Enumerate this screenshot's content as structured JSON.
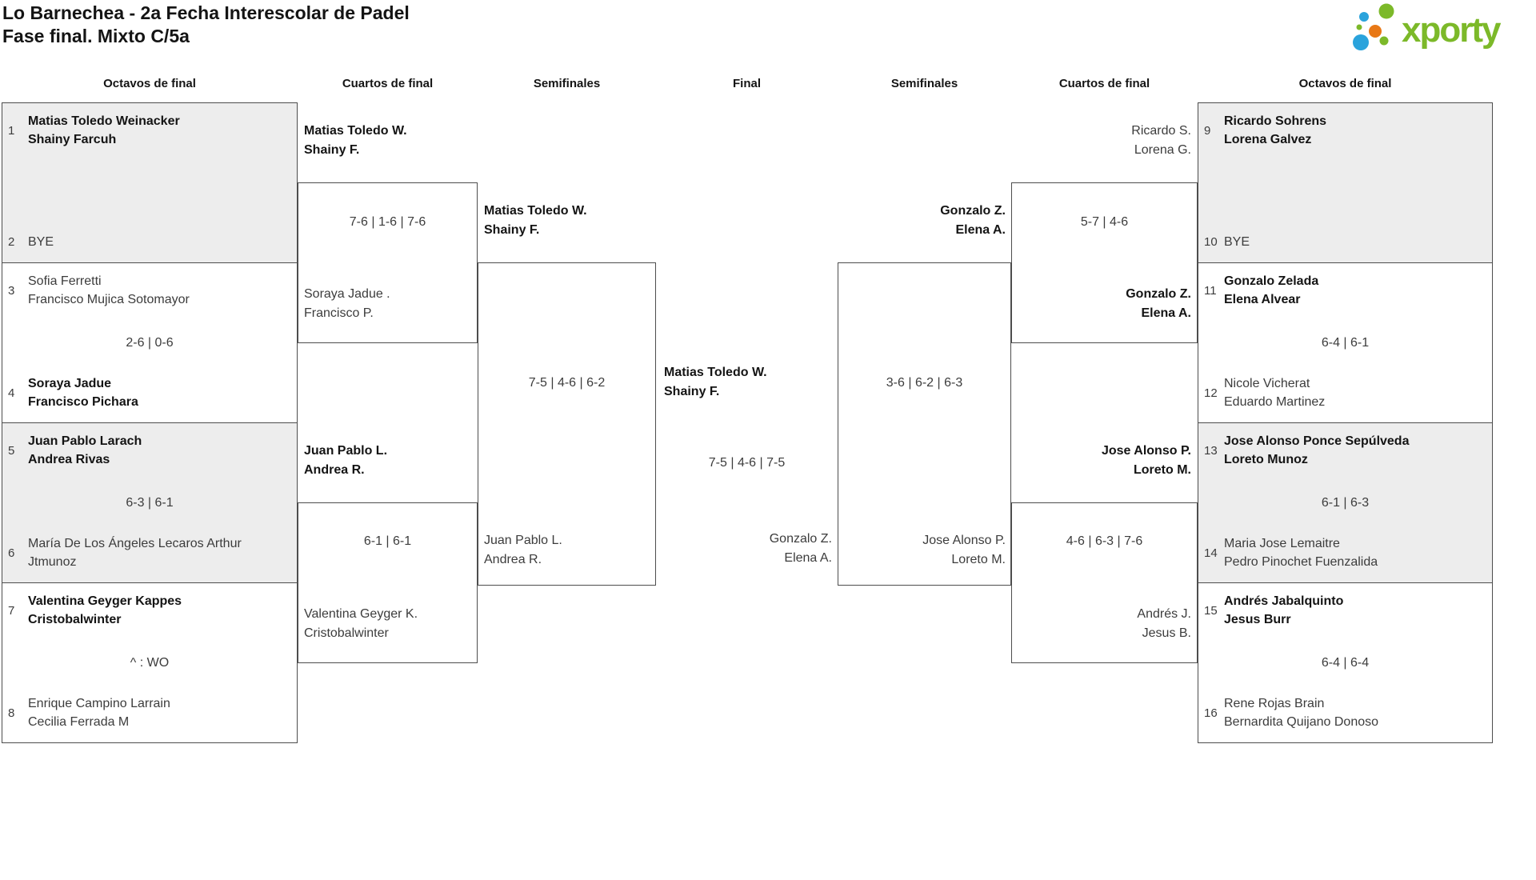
{
  "header": {
    "title_line1": "Lo Barnechea - 2a Fecha Interescolar de Padel",
    "title_line2": "Fase final. Mixto C/5a"
  },
  "logo": {
    "text": "xporty",
    "colors": {
      "green": "#7cb929",
      "blue": "#2aa3dc",
      "orange": "#e87816"
    }
  },
  "rounds": [
    "Octavos de final",
    "Cuartos de final",
    "Semifinales",
    "Final",
    "Semifinales",
    "Cuartos de final",
    "Octavos de final"
  ],
  "matches": {
    "oct_l": [
      {
        "seed_top": "1",
        "team_top": [
          "Matias Toledo Weinacker",
          "Shainy Farcuh"
        ],
        "score": "",
        "seed_bottom": "2",
        "team_bottom": [
          "BYE"
        ],
        "winner": "top"
      },
      {
        "seed_top": "3",
        "team_top": [
          "Sofia Ferretti",
          "Francisco Mujica Sotomayor"
        ],
        "score": "2-6 | 0-6",
        "seed_bottom": "4",
        "team_bottom": [
          "Soraya Jadue",
          "Francisco Pichara"
        ],
        "winner": "bottom"
      },
      {
        "seed_top": "5",
        "team_top": [
          "Juan Pablo Larach",
          "Andrea Rivas"
        ],
        "score": "6-3 | 6-1",
        "seed_bottom": "6",
        "team_bottom": [
          "María De Los Ángeles Lecaros Arthur",
          "Jtmunoz"
        ],
        "winner": "top"
      },
      {
        "seed_top": "7",
        "team_top": [
          "Valentina Geyger Kappes",
          "Cristobalwinter"
        ],
        "score": "^ : WO",
        "seed_bottom": "8",
        "team_bottom": [
          "Enrique Campino Larrain",
          "Cecilia Ferrada M"
        ],
        "winner": "top"
      }
    ],
    "qf_l": [
      {
        "team_top": [
          "Matias Toledo W.",
          "Shainy F."
        ],
        "score": "7-6 | 1-6 | 7-6",
        "team_bottom": [
          "Soraya Jadue .",
          "Francisco P."
        ],
        "winner": "top"
      },
      {
        "team_top": [
          "Juan Pablo L.",
          "Andrea R."
        ],
        "score": "6-1 | 6-1",
        "team_bottom": [
          "Valentina Geyger K.",
          "Cristobalwinter"
        ],
        "winner": "top"
      }
    ],
    "sf_l": {
      "team_top": [
        "Matias Toledo W.",
        "Shainy F."
      ],
      "score": "7-5 | 4-6 | 6-2",
      "team_bottom": [
        "Juan Pablo L.",
        "Andrea R."
      ],
      "winner": "top"
    },
    "final": {
      "team_top": [
        "Matias Toledo W.",
        "Shainy F."
      ],
      "score": "7-5 | 4-6 | 7-5",
      "team_bottom": [
        "Gonzalo Z.",
        "Elena A."
      ],
      "winner": "top"
    },
    "sf_r": {
      "team_top": [
        "Gonzalo Z.",
        "Elena A."
      ],
      "score": "3-6 | 6-2 | 6-3",
      "team_bottom": [
        "Jose Alonso P.",
        "Loreto M."
      ],
      "winner": "top"
    },
    "qf_r": [
      {
        "team_top": [
          "Ricardo S.",
          "Lorena G."
        ],
        "score": "5-7 | 4-6",
        "team_bottom": [
          "Gonzalo Z.",
          "Elena A."
        ],
        "winner": "bottom"
      },
      {
        "team_top": [
          "Jose Alonso P.",
          "Loreto M."
        ],
        "score": "4-6 | 6-3 | 7-6",
        "team_bottom": [
          "Andrés J.",
          "Jesus B."
        ],
        "winner": "top"
      }
    ],
    "oct_r": [
      {
        "seed_top": "9",
        "team_top": [
          "Ricardo Sohrens",
          "Lorena Galvez"
        ],
        "score": "",
        "seed_bottom": "10",
        "team_bottom": [
          "BYE"
        ],
        "winner": "top"
      },
      {
        "seed_top": "11",
        "team_top": [
          "Gonzalo Zelada",
          "Elena Alvear"
        ],
        "score": "6-4 | 6-1",
        "seed_bottom": "12",
        "team_bottom": [
          "Nicole Vicherat",
          "Eduardo Martinez"
        ],
        "winner": "top"
      },
      {
        "seed_top": "13",
        "team_top": [
          "Jose Alonso Ponce Sepúlveda",
          "Loreto Munoz"
        ],
        "score": "6-1 | 6-3",
        "seed_bottom": "14",
        "team_bottom": [
          "Maria Jose Lemaitre",
          "Pedro Pinochet Fuenzalida"
        ],
        "winner": "top"
      },
      {
        "seed_top": "15",
        "team_top": [
          "Andrés Jabalquinto",
          "Jesus Burr"
        ],
        "score": "6-4 | 6-4",
        "seed_bottom": "16",
        "team_bottom": [
          "Rene Rojas Brain",
          "Bernardita Quijano Donoso"
        ],
        "winner": "top"
      }
    ]
  }
}
